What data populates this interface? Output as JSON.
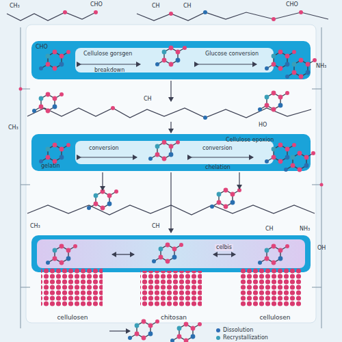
{
  "diagram": {
    "nodes": [
      {
        "text": [
          "cellulosen"
        ]
      },
      {
        "text": [
          "chitosan"
        ]
      },
      {
        "text": [
          "cellulosen"
        ]
      }
    ],
    "edges": [
      {
        "from": 0,
        "to": 1,
        "arrow": "both"
      },
      {
        "from": 1,
        "to": 2,
        "arrow": "both",
        "label": "celbis"
      }
    ],
    "labels": [
      "CH₃",
      "CHO",
      "CH",
      "CH",
      "CHO",
      "CHO",
      "Cellulose gorsgen",
      "breakdown",
      "Glucose conversion",
      "NH₃",
      "CH",
      "CH₃",
      "conversion",
      "gelatin",
      "conversion",
      "Cellulose epoxion",
      "chelation",
      "HO",
      "CH",
      "NH₃",
      "OH",
      "CH",
      "CH₃"
    ],
    "legend": [
      {
        "text": "Dissolution",
        "color": "#2f6db5"
      },
      {
        "text": "Recrystallization",
        "color": "#3a9fb8"
      }
    ]
  }
}
